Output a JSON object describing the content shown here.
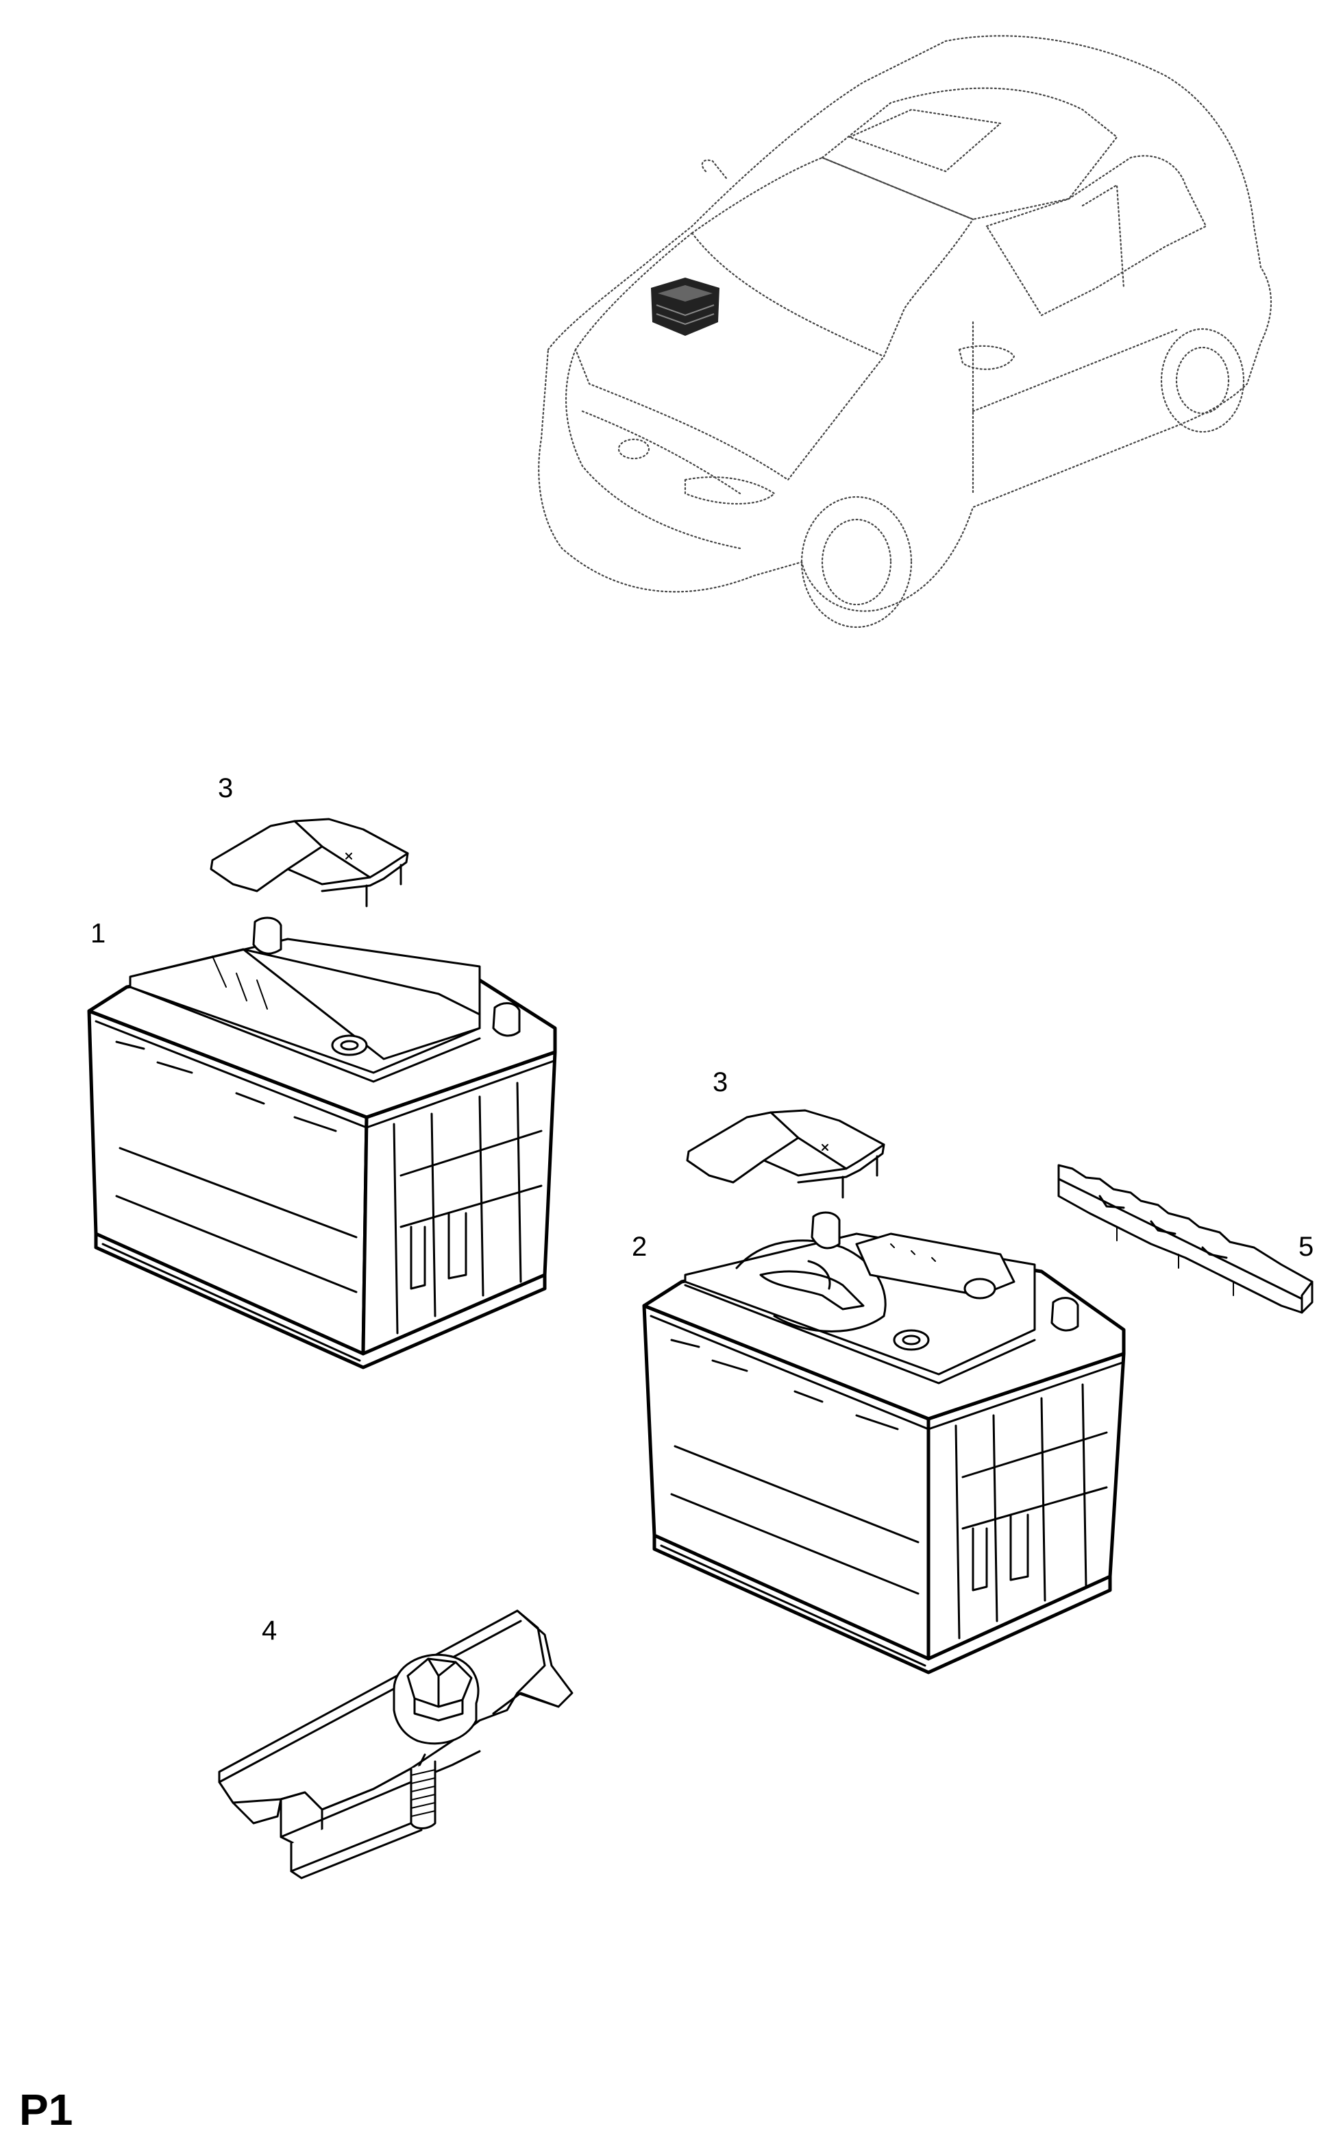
{
  "callouts": [
    {
      "id": "battery-a",
      "label": "1"
    },
    {
      "id": "battery-b",
      "label": "2"
    },
    {
      "id": "terminal-cover-a",
      "label": "3"
    },
    {
      "id": "terminal-cover-b",
      "label": "3"
    },
    {
      "id": "hold-down-clamp",
      "label": "4"
    },
    {
      "id": "terminal-strip",
      "label": "5"
    }
  ],
  "page_code": "P1",
  "icons": {
    "vehicle": "hatchback-car-outline",
    "battery": "car-battery",
    "cover": "terminal-cover",
    "clamp": "battery-clamp-bolt",
    "strip": "insulator-strip"
  },
  "colors": {
    "line": "#000000",
    "background": "#ffffff"
  }
}
